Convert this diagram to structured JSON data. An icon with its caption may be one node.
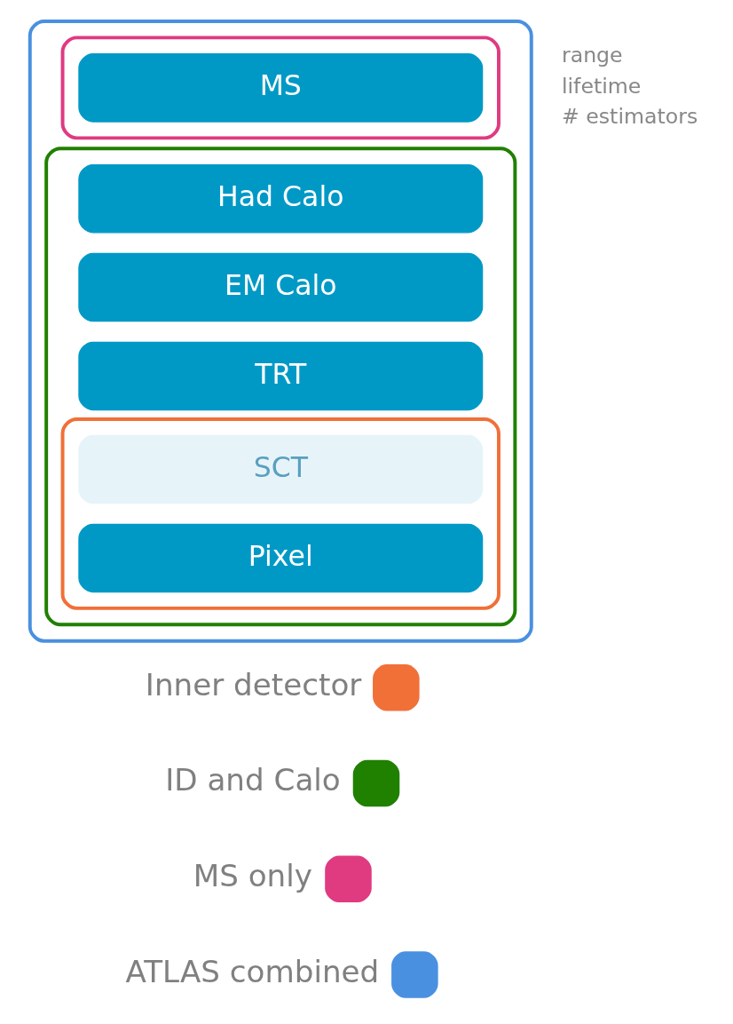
{
  "diagram": {
    "nodes": [
      {
        "text": [],
        "shape": "box"
      },
      {
        "text": [],
        "shape": "box",
        "in": 0
      },
      {
        "text": [
          "MS"
        ],
        "in": 1
      },
      {
        "text": [],
        "shape": "box",
        "in": 0
      },
      {
        "text": [
          "Had Calo"
        ],
        "in": 3
      },
      {
        "text": [
          "EM Calo"
        ],
        "in": 3
      },
      {
        "text": [
          "TRT"
        ],
        "in": 3
      },
      {
        "text": [],
        "shape": "box",
        "in": 3
      },
      {
        "text": [
          "SCT"
        ],
        "in": 7
      },
      {
        "text": [
          "Pixel"
        ],
        "in": 7
      }
    ],
    "edges": [],
    "labels": [
      "range",
      "lifetime",
      "# estimators"
    ],
    "legend": [
      {
        "text": "Inner detector",
        "color": "#f07038"
      },
      {
        "text": "ID and Calo",
        "color": "#208000"
      },
      {
        "text": "MS only",
        "color": "#e03a80"
      },
      {
        "text": "ATLAS combined",
        "color": "#4a90e0"
      }
    ]
  }
}
